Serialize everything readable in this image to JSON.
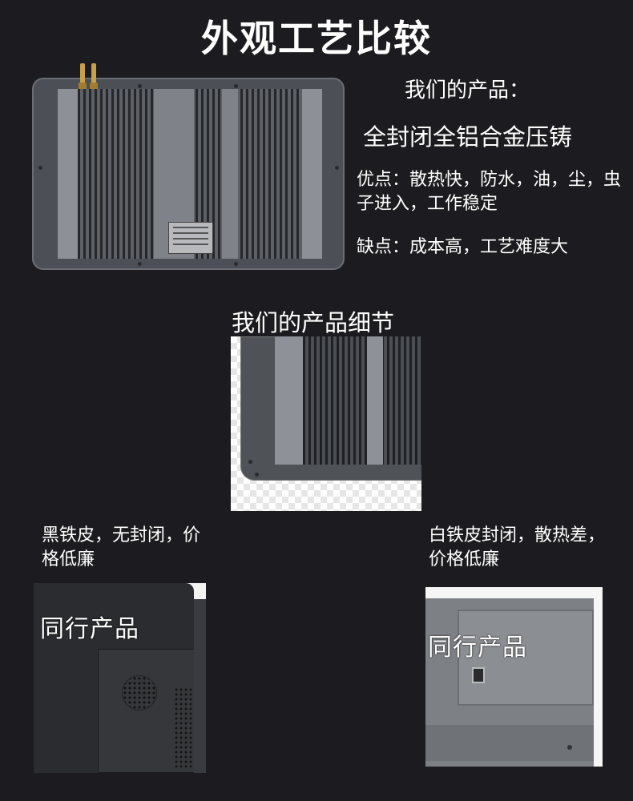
{
  "header": {
    "title": "外观工艺比较"
  },
  "our_product": {
    "heading": "我们的产品：",
    "subheading": "全封闭全铝合金压铸",
    "pros": "优点：散热快，防水，油，尘，虫子进入，工作稳定",
    "cons": "缺点：成本高，工艺难度大"
  },
  "detail": {
    "heading": "我们的产品细节"
  },
  "comparison": {
    "left_caption": "黑铁皮，无封闭，价格低廉",
    "right_caption": "白铁皮封闭，散热差，价格低廉",
    "left_label": "同行产品",
    "right_label": "同行产品"
  },
  "colors": {
    "background": "#1c1c20",
    "text": "#ffffff",
    "antenna": "#c7a04a"
  },
  "icons": {
    "antenna": "antenna-icon",
    "speaker": "speaker-grille-icon",
    "usb_port": "usb-port-icon"
  }
}
